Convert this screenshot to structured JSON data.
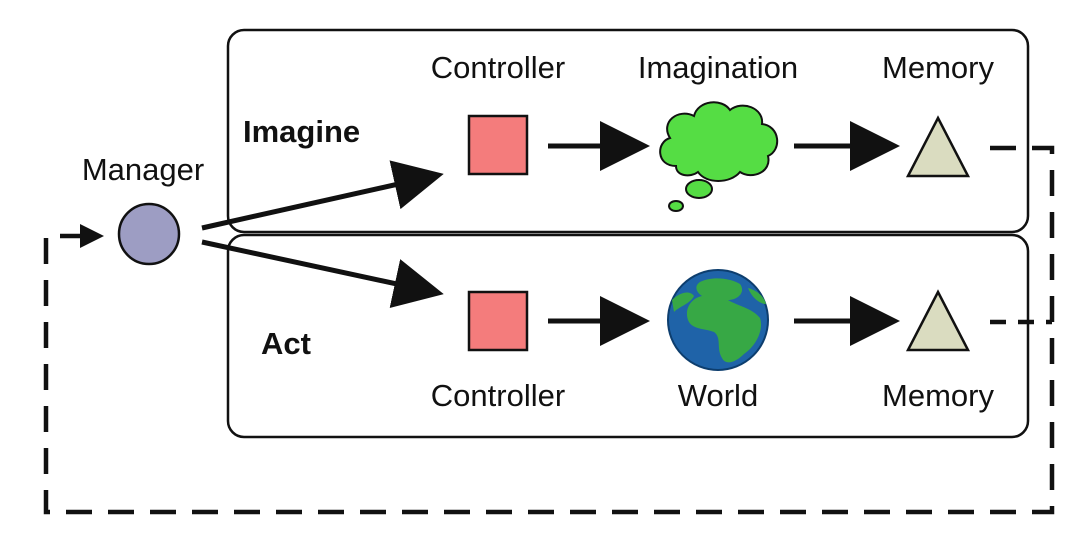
{
  "manager": {
    "label": "Manager",
    "color": "#9d9dc3"
  },
  "imagine_panel": {
    "title": "Imagine",
    "controller_label": "Controller",
    "middle_label": "Imagination",
    "memory_label": "Memory",
    "controller_color": "#f47c7c",
    "thought_color": "#55dd44",
    "memory_color": "#dadcc0"
  },
  "act_panel": {
    "title": "Act",
    "controller_label": "Controller",
    "middle_label": "World",
    "memory_label": "Memory",
    "controller_color": "#f47c7c",
    "memory_color": "#dadcc0"
  },
  "globe_colors": {
    "ocean": "#1f63a8",
    "land": "#37a845"
  }
}
